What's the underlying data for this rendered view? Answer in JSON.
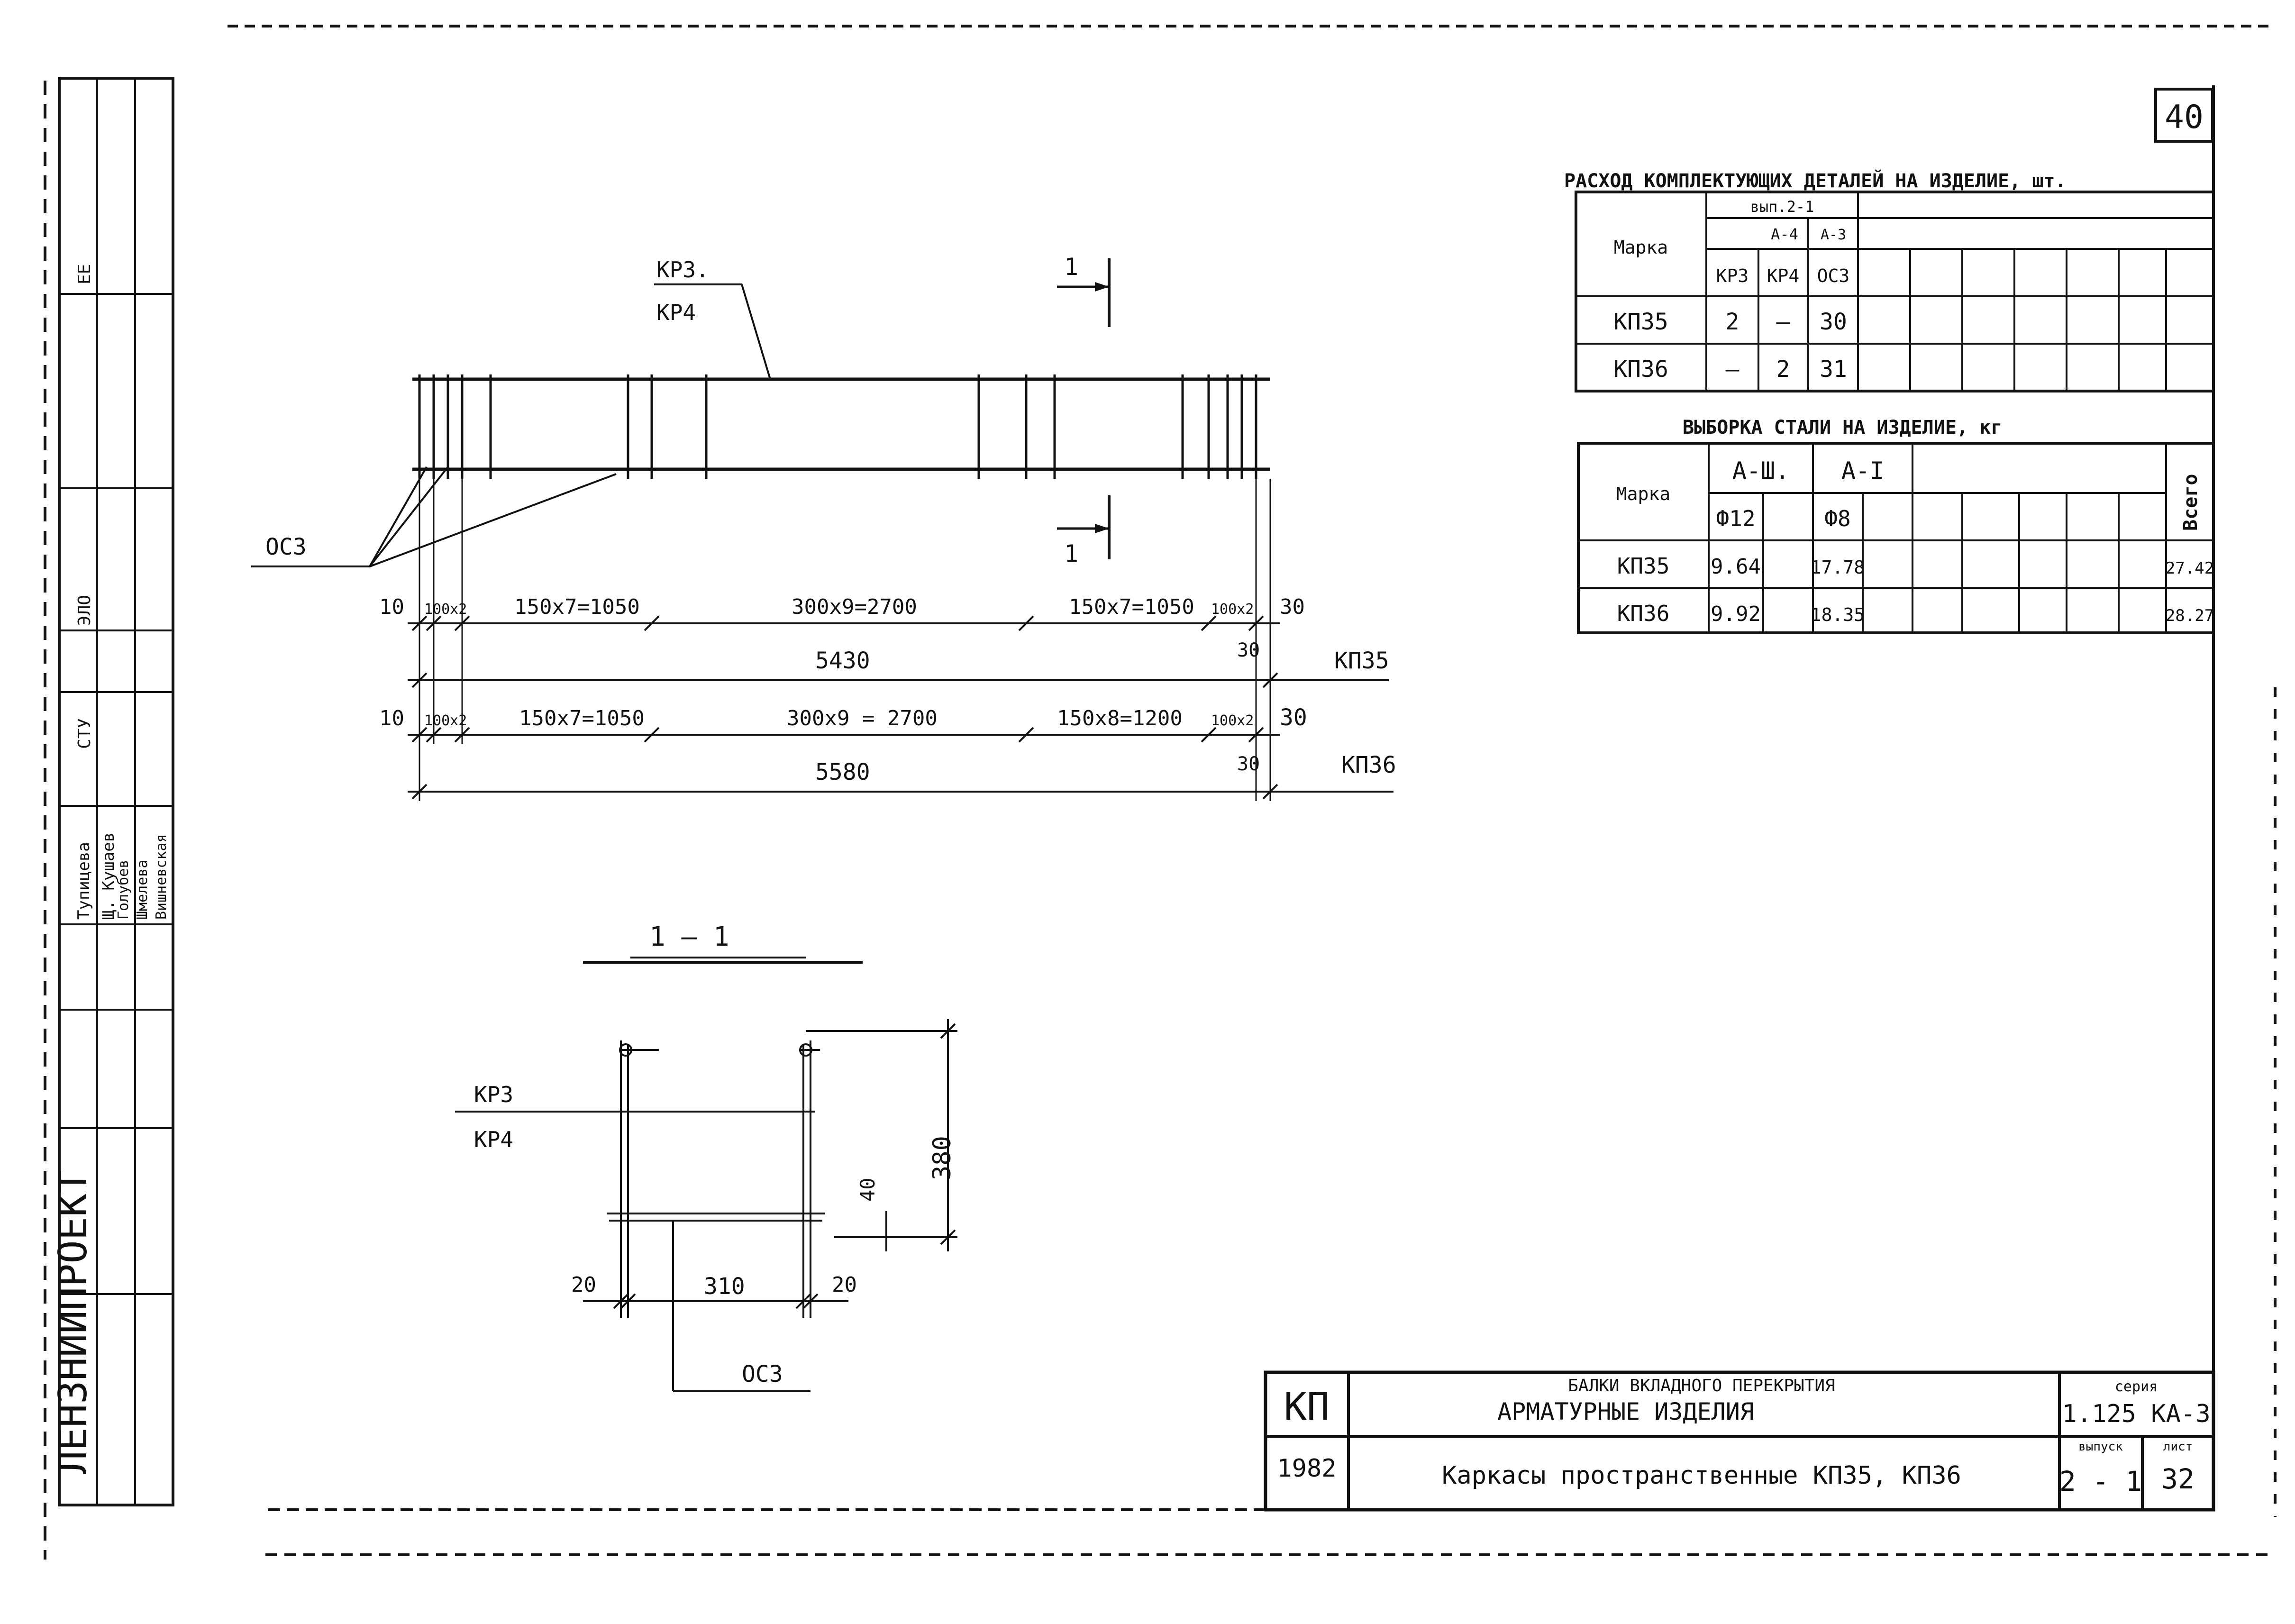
{
  "sheet": {
    "page_number": "40",
    "side_stamp": {
      "org": "ЛЕНЗНИИПРОЕКТ",
      "names": [
        "Тупицева",
        "Щ. Кушаев",
        "Голубев",
        "Шмелева",
        "Вишневская"
      ],
      "fragments": [
        "ЕЕ",
        "ЭЛО",
        "СТУ"
      ]
    }
  },
  "table_components": {
    "title": "РАСХОД КОМПЛЕКТУЮЩИХ ДЕТАЛЕЙ НА ИЗДЕЛИЕ, шт.",
    "mark_header": "Марка",
    "group_header": "вып.2-1",
    "sub_group_a4": "А-4",
    "sub_group_a3": "А-3",
    "columns": [
      "КР3",
      "КР4",
      "ОС3"
    ],
    "rows": [
      {
        "mark": "КП35",
        "kr3": "2",
        "kr4": "—",
        "os3": "30"
      },
      {
        "mark": "КП36",
        "kr3": "—",
        "kr4": "2",
        "os3": "31"
      }
    ]
  },
  "table_steel": {
    "title": "ВЫБОРКА СТАЛИ НА ИЗДЕЛИЕ, кг",
    "mark_header": "Марка",
    "group_a3": "А-Ш.",
    "group_a1": "А-I",
    "col_d12": "Ф12",
    "col_d8": "Ф8",
    "total_header": "Всего",
    "rows": [
      {
        "mark": "КП35",
        "d12": "9.64",
        "d8": "17.78",
        "total": "27.42"
      },
      {
        "mark": "КП36",
        "d12": "9.92",
        "d8": "18.35",
        "total": "28.27"
      }
    ]
  },
  "elevation": {
    "frame_label_top": "КР3.",
    "frame_label_bottom": "КР4",
    "rod_label": "ОС3",
    "section_mark": "1",
    "kp35": {
      "name": "КП35",
      "end_left": "10",
      "seg1": "100х2",
      "seg2": "150х7=1050",
      "seg3": "300х9=2700",
      "seg4": "150х7=1050",
      "seg5": "100х2",
      "end_right": "30",
      "tail": "30",
      "total": "5430"
    },
    "kp36": {
      "name": "КП36",
      "end_left": "10",
      "seg1": "100х2",
      "seg2": "150х7=1050",
      "seg3": "300х9 = 2700",
      "seg4": "150х8=1200",
      "seg5": "100х2",
      "end_right": "30",
      "tail": "30",
      "total": "5580"
    }
  },
  "section": {
    "title": "1 — 1",
    "frame_label_top": "КР3",
    "frame_label_bottom": "КР4",
    "height": "380",
    "cover": "40",
    "width": "310",
    "side_left": "20",
    "side_right": "20",
    "rod_label": "ОС3"
  },
  "title_block": {
    "code": "КП",
    "year": "1982",
    "line1": "БАЛКИ ВКЛАДНОГО ПЕРЕКРЫТИЯ",
    "line2": "АРМАТУРНЫЕ ИЗДЕЛИЯ",
    "line3": "Каркасы пространственные КП35, КП36",
    "series_label": "серия",
    "series_value": "1.125 КА-3",
    "issue_label": "выпуск",
    "issue_value": "2 - 1",
    "sheet_label": "лист",
    "sheet_value": "32"
  }
}
